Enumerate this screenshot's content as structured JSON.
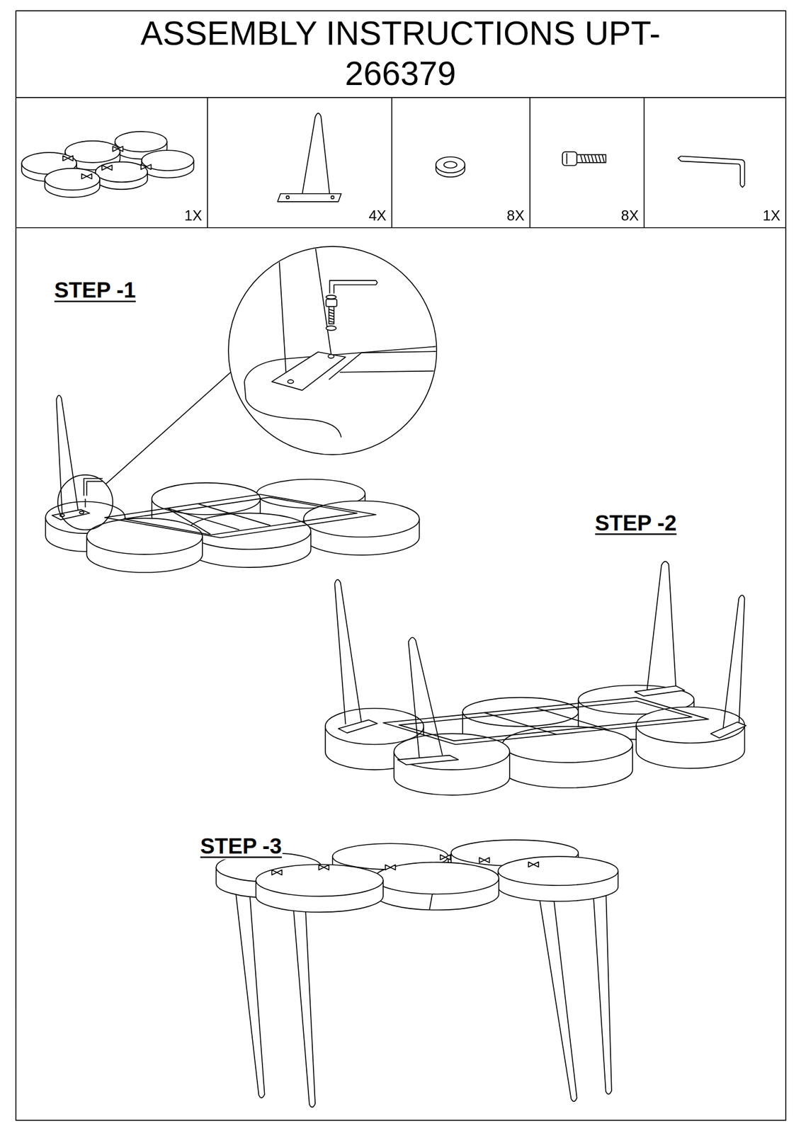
{
  "diagram": {
    "title": "ASSEMBLY INSTRUCTIONS UPT-266379",
    "labels": [
      "1X",
      "4X",
      "8X",
      "8X",
      "1X",
      "STEP -1",
      "STEP -2",
      "STEP -3"
    ]
  }
}
